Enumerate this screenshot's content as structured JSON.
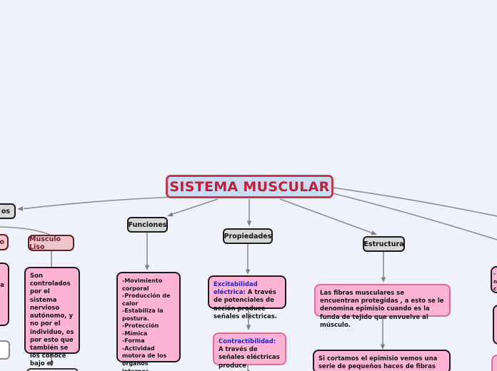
{
  "colors": {
    "background": "#f0f2fb",
    "title_fill": "#cadcf0",
    "title_border": "#c23b55",
    "title_text": "#c01e3c",
    "gray_node_fill": "#d7d7d7",
    "pink_node_fill": "#efc6cc",
    "pink_node_border": "#5e1f2b",
    "content_box_fill": "#ffb3d4",
    "rose_border": "#e06c94",
    "black_border": "#1b1b1b",
    "blue_lead_text": "#1f1fd1",
    "connector_gray": "#8e8e8e"
  },
  "title": {
    "label": "SISTEMA MUSCULAR"
  },
  "left_branch": {
    "parent_label_fragment": "os",
    "cut_sibling_fragment": "o",
    "cut_description_fragment": "a",
    "musculo_liso": {
      "label": "Músculo Liso",
      "description": "Son controlados por el sistema nervioso autónomo, y no por el individuo, es por esto que también se los conoce bajo el nombre de involuntarios."
    }
  },
  "funciones": {
    "label": "Funciones",
    "items_text": "-Movimiento corporal\n-Producción de calor\n-Estabiliza la postura.\n-Protección\n-Mímica\n-Forma\n-Actividad motora de los órganos internos.\n-La locomoción\n-Circulación"
  },
  "propiedades": {
    "label": "Propiedades",
    "items": [
      {
        "lead": "Excitabilidad eléctrica:",
        "rest": " A través de potenciales de acción produce señales eléctricas.",
        "suffix": ""
      },
      {
        "lead": "Contractibilidad:",
        "rest": " A través de señales eléctricas produce contracciones",
        "suffix": "."
      }
    ]
  },
  "estructura": {
    "label": "Estructura",
    "items": [
      "Las fibras musculares se encuentran protegidas , a esto se le denomina epimisio cuando es la funda de tejido que envuelve al músculo.",
      "Si cortamos el epimisio vemos una serie de pequeños haces de fibras rodeados por un tejido conectivo denominado perimisio."
    ]
  },
  "right_branch": {
    "cut_box_fragment": "-\nn\nc"
  }
}
